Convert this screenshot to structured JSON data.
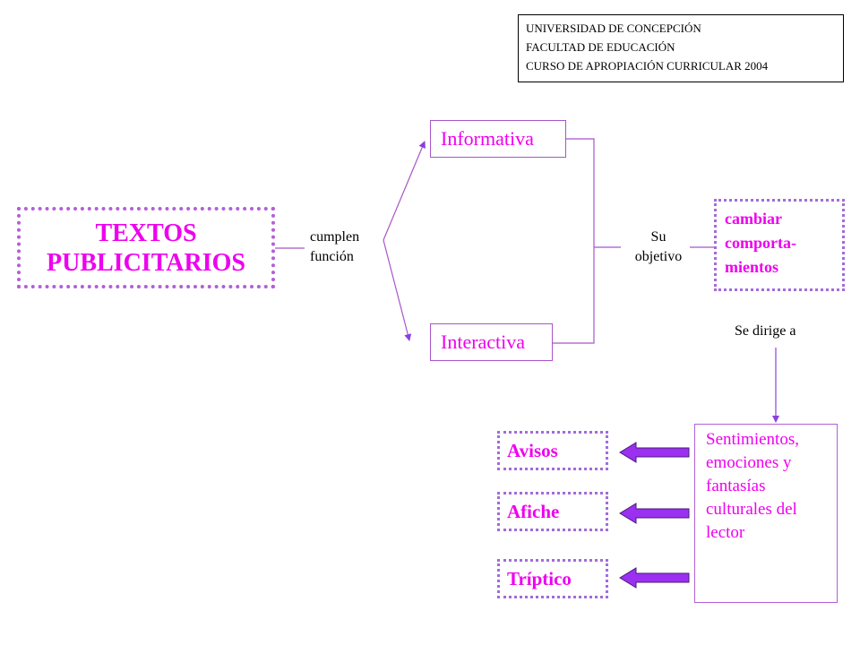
{
  "header": {
    "lines": [
      "UNIVERSIDAD DE CONCEPCIÓN",
      "FACULTAD DE EDUCACIÓN",
      "CURSO DE APROPIACIÓN CURRICULAR 2004"
    ]
  },
  "main_concept": {
    "line1": "TEXTOS",
    "line2": "PUBLICITARIOS"
  },
  "links": {
    "function": {
      "line1": "cumplen",
      "line2": "función"
    },
    "objective": {
      "line1": "Su",
      "line2": "objetivo"
    },
    "directed": "Se dirige a"
  },
  "functions": [
    "Informativa",
    "Interactiva"
  ],
  "goal": {
    "lines": [
      "cambiar",
      "comporta-",
      "mientos"
    ]
  },
  "audience": {
    "lines": [
      "Sentimientos,",
      "emociones y",
      "fantasías",
      "culturales del",
      "lector"
    ]
  },
  "text_types": [
    "Avisos",
    "Afiche",
    "Tríptico"
  ],
  "colors": {
    "text": "#ee00ee",
    "border": "#a855c8",
    "arrow": "#8b3fe0"
  }
}
